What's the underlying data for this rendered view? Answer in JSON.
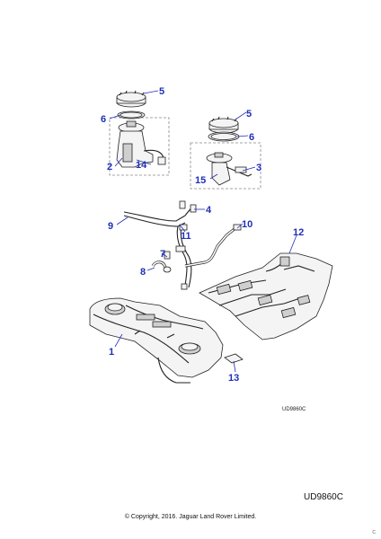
{
  "callouts": {
    "c1": "1",
    "c2": "2",
    "c3": "3",
    "c4": "4",
    "c5a": "5",
    "c5b": "5",
    "c6a": "6",
    "c6b": "6",
    "c7": "7",
    "c8": "8",
    "c9": "9",
    "c10": "10",
    "c11": "11",
    "c12": "12",
    "c13": "13",
    "c14": "14",
    "c15": "15"
  },
  "image_ref_small": "UD9860C",
  "image_ref_large": "UD9860C",
  "copyright": "© Copyright, 2016. Jaguar Land Rover Limited.",
  "corner_ref": "C",
  "colors": {
    "callout": "#1f2fb8",
    "line_art": "#222222"
  }
}
